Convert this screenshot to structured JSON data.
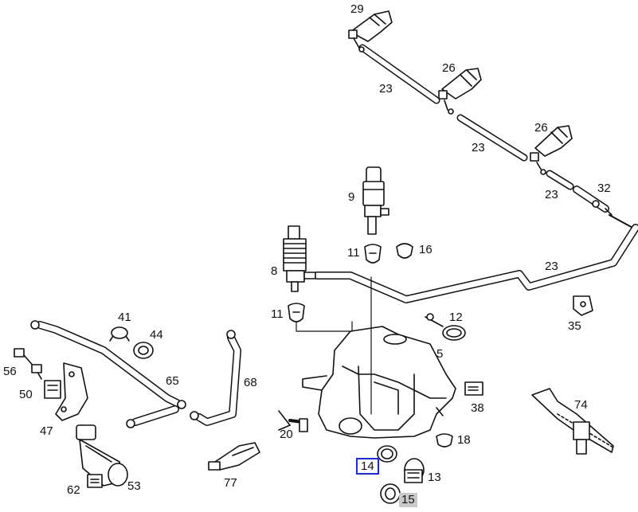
{
  "parts": [
    {
      "id": "29",
      "label": "29"
    },
    {
      "id": "26a",
      "label": "26"
    },
    {
      "id": "23a",
      "label": "23"
    },
    {
      "id": "26b",
      "label": "26"
    },
    {
      "id": "23b",
      "label": "23"
    },
    {
      "id": "23c",
      "label": "23"
    },
    {
      "id": "32",
      "label": "32"
    },
    {
      "id": "9",
      "label": "9"
    },
    {
      "id": "23d",
      "label": "23"
    },
    {
      "id": "11a",
      "label": "11"
    },
    {
      "id": "16",
      "label": "16"
    },
    {
      "id": "8",
      "label": "8"
    },
    {
      "id": "11b",
      "label": "11"
    },
    {
      "id": "12",
      "label": "12"
    },
    {
      "id": "35",
      "label": "35"
    },
    {
      "id": "41",
      "label": "41"
    },
    {
      "id": "44",
      "label": "44"
    },
    {
      "id": "5",
      "label": "5"
    },
    {
      "id": "56",
      "label": "56"
    },
    {
      "id": "65",
      "label": "65"
    },
    {
      "id": "68",
      "label": "68"
    },
    {
      "id": "50",
      "label": "50"
    },
    {
      "id": "38",
      "label": "38"
    },
    {
      "id": "74",
      "label": "74"
    },
    {
      "id": "47",
      "label": "47"
    },
    {
      "id": "20",
      "label": "20"
    },
    {
      "id": "18",
      "label": "18"
    },
    {
      "id": "14",
      "label": "14",
      "style": "selected"
    },
    {
      "id": "13",
      "label": "13"
    },
    {
      "id": "77",
      "label": "77"
    },
    {
      "id": "62",
      "label": "62"
    },
    {
      "id": "53",
      "label": "53"
    },
    {
      "id": "15",
      "label": "15",
      "style": "dimmed"
    }
  ],
  "colors": {
    "line": "#111111",
    "selected_box": "#1d2bd1",
    "dimmed_bg": "#c9c9c9"
  }
}
